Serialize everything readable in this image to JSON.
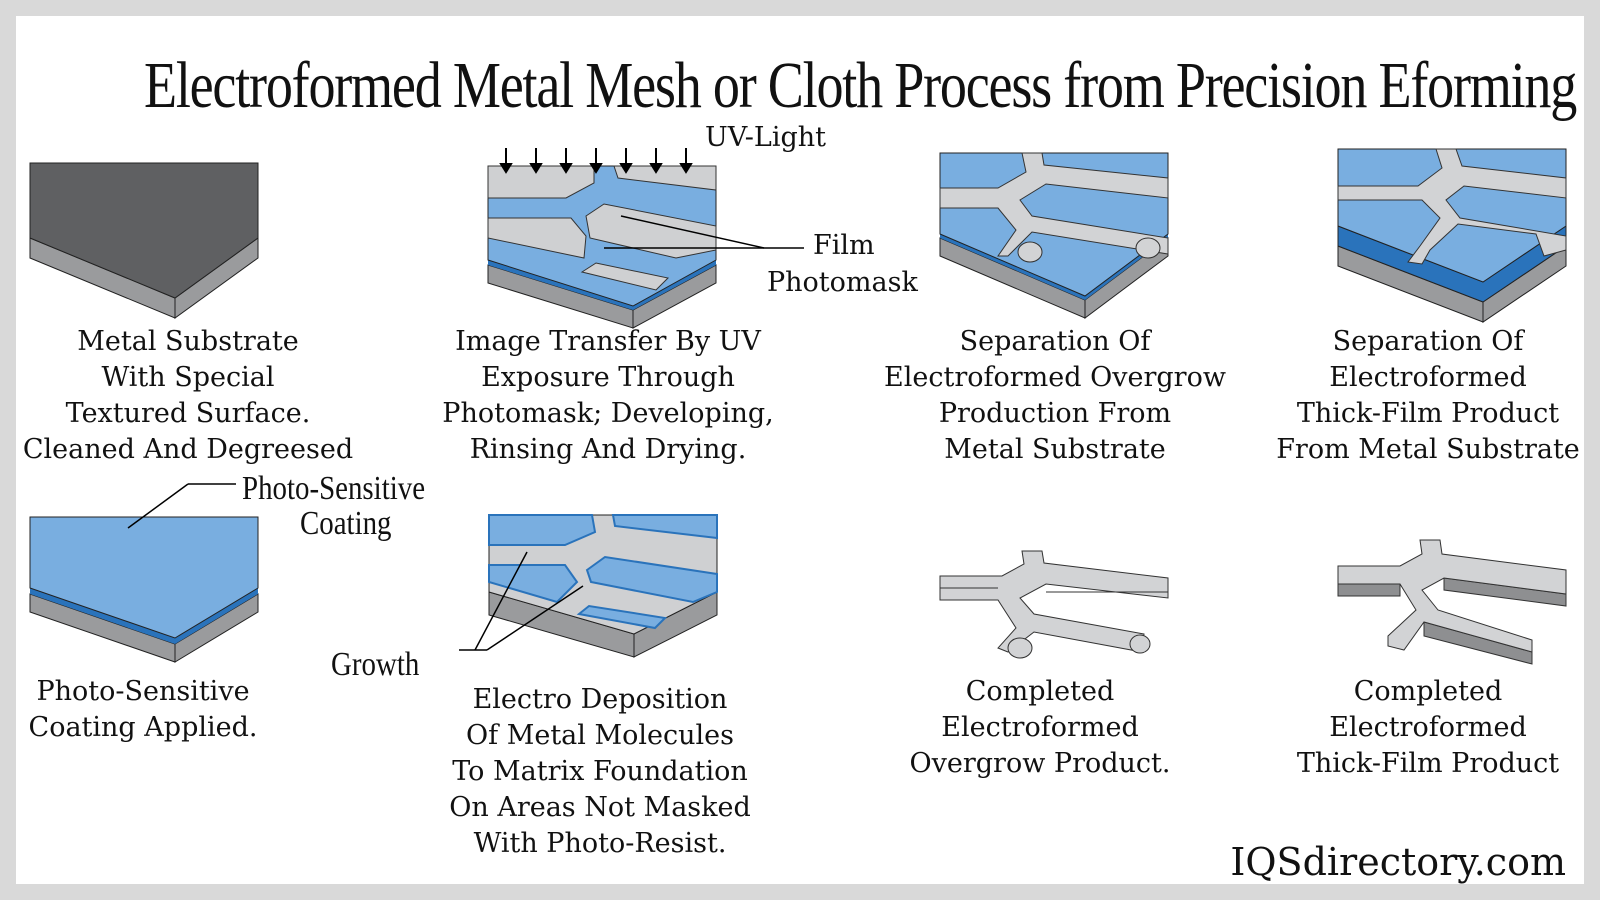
{
  "title": "Electroformed Metal Mesh or Cloth Process from Precision Eforming",
  "colors": {
    "background": "#d9d9d9",
    "panel": "#ffffff",
    "substrate_top": "#5f6062",
    "substrate_side": "#9a9b9d",
    "coating_light": "#79aee0",
    "coating_dark": "#2a73bb",
    "film": "#cfd0d2",
    "metal": "#d2d3d5",
    "metal_shadow": "#8e8f91"
  },
  "steps": [
    {
      "id": "metal-substrate",
      "caption": [
        "Metal Substrate",
        "With Special",
        "Textured Surface.",
        "Cleaned And Degreesed"
      ]
    },
    {
      "id": "image-transfer",
      "caption": [
        "Image Transfer By UV",
        "Exposure Through",
        "Photomask; Developing,",
        "Rinsing And Drying."
      ]
    },
    {
      "id": "separation-overgrow",
      "caption": [
        "Separation Of",
        "Electroformed Overgrow",
        "Production From",
        "Metal Substrate"
      ]
    },
    {
      "id": "separation-thick-film",
      "caption": [
        "Separation Of",
        "Electroformed",
        "Thick-Film Product",
        "From Metal Substrate"
      ]
    },
    {
      "id": "coating-applied",
      "caption": [
        "Photo-Sensitive",
        "Coating Applied."
      ]
    },
    {
      "id": "electro-deposition",
      "caption": [
        "Electro Deposition",
        "Of Metal Molecules",
        "To Matrix Foundation",
        "On Areas Not Masked",
        "With Photo-Resist."
      ]
    },
    {
      "id": "completed-overgrow",
      "caption": [
        "Completed",
        "Electroformed",
        "Overgrow Product."
      ]
    },
    {
      "id": "completed-thick-film",
      "caption": [
        "Completed",
        "Electroformed",
        "Thick-Film Product"
      ]
    }
  ],
  "callouts": {
    "uv_light": "UV-Light",
    "film": "Film",
    "photomask": "Photomask",
    "photo_sensitive": "Photo-Sensitive",
    "coating": "Coating",
    "growth": "Growth"
  },
  "brand": "IQSdirectory.com"
}
